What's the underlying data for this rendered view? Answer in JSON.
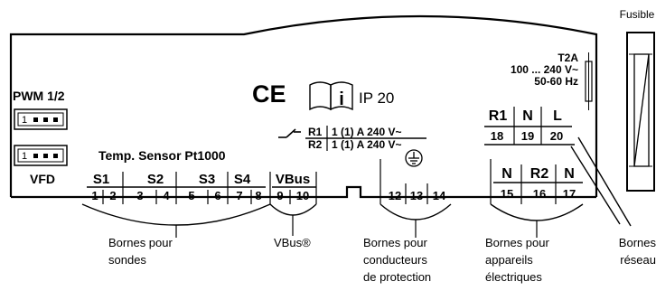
{
  "fuse_caption": "Fusible",
  "pwm": {
    "title": "PWM 1/2",
    "connector_pin": "1",
    "vfd_label": "VFD"
  },
  "marks": {
    "ce": "CE",
    "info": "i",
    "ip": "IP 20"
  },
  "fuse": {
    "rating": "T2A",
    "voltage": "100 ... 240 V~",
    "frequency": "50-60 Hz"
  },
  "relays": [
    {
      "name": "R1",
      "rating": "1 (1) A 240 V~"
    },
    {
      "name": "R2",
      "rating": "1 (1) A 240 V~"
    }
  ],
  "sensor_header": "Temp. Sensor Pt1000",
  "sensor_groups": [
    {
      "label": "S1",
      "pins": [
        "1",
        "2"
      ]
    },
    {
      "label": "S2",
      "pins": [
        "3",
        "4"
      ]
    },
    {
      "label": "S3",
      "pins": [
        "5",
        "6"
      ]
    },
    {
      "label": "S4",
      "pins": [
        "7",
        "8"
      ]
    }
  ],
  "vbus": {
    "label": "VBus",
    "pins": [
      "9",
      "10"
    ]
  },
  "earth_pins": [
    "12",
    "13",
    "14"
  ],
  "consumer": {
    "labels": [
      "N",
      "R2",
      "N"
    ],
    "pins": [
      "15",
      "16",
      "17"
    ]
  },
  "mains": {
    "labels": [
      "R1",
      "N",
      "L"
    ],
    "pins": [
      "18",
      "19",
      "20"
    ]
  },
  "callouts": {
    "sensors": [
      "Bornes pour",
      "sondes"
    ],
    "vbus": "VBus®",
    "protection": [
      "Bornes pour",
      "conducteurs",
      "de protection"
    ],
    "appliances": [
      "Bornes pour",
      "appareils",
      "électriques"
    ],
    "mains": [
      "Bornes",
      "réseau"
    ]
  }
}
